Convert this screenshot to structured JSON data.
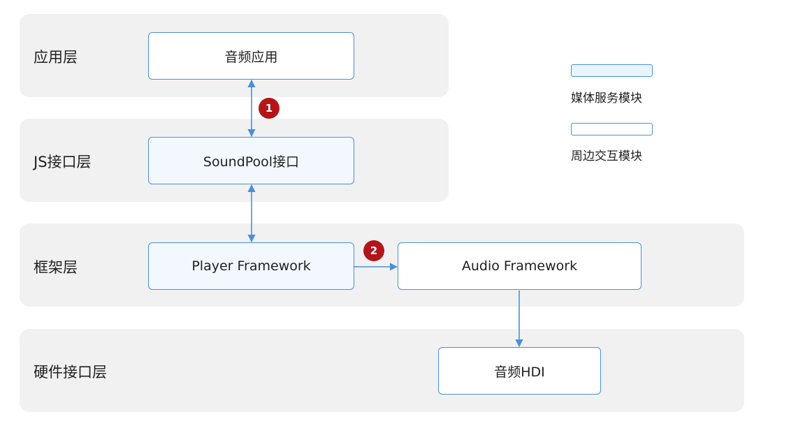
{
  "layers": {
    "app": {
      "label": "应用层"
    },
    "js": {
      "label": "JS接口层"
    },
    "framework": {
      "label": "框架层"
    },
    "hdi": {
      "label": "硬件接口层"
    }
  },
  "modules": {
    "audio_app": {
      "label": "音频应用",
      "kind": "peripheral"
    },
    "soundpool": {
      "label": "SoundPool接口",
      "kind": "media"
    },
    "player_framework": {
      "label": "Player Framework",
      "kind": "media"
    },
    "audio_framework": {
      "label": "Audio Framework",
      "kind": "peripheral"
    },
    "audio_hdi": {
      "label": "音频HDI",
      "kind": "peripheral"
    }
  },
  "legend": {
    "media": {
      "label": "媒体服务模块"
    },
    "peripheral": {
      "label": "周边交互模块"
    }
  },
  "steps": {
    "one": "1",
    "two": "2"
  },
  "colors": {
    "accent": "#4a90d9",
    "layer_bg": "#f1f1f2",
    "media_fill": "#f2f8fd",
    "badge": "#b3151b"
  }
}
